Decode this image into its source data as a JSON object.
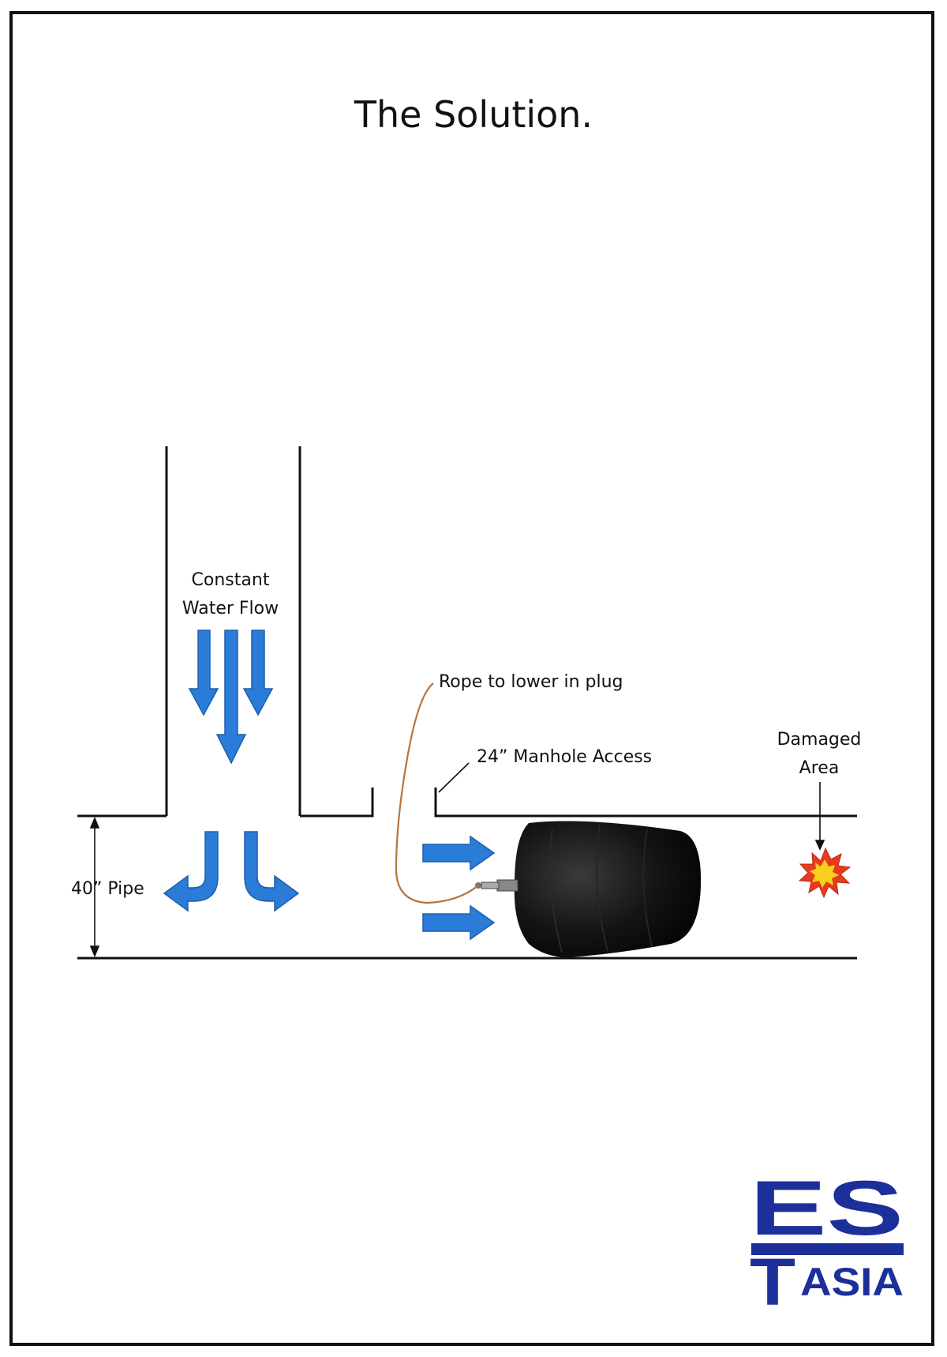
{
  "title": "The Solution.",
  "labels": {
    "flow_line1": "Constant",
    "flow_line2": "Water Flow",
    "rope": "Rope to lower in plug",
    "manhole": "24” Manhole Access",
    "damaged_line1": "Damaged",
    "damaged_line2": "Area",
    "pipe": "40” Pipe"
  },
  "logo": {
    "top": "ES",
    "bottom_letter": "T",
    "bottom_rest": "ASIA"
  },
  "colors": {
    "arrow": "#2b7bd8",
    "arrow_edge": "#1c5fae",
    "logo": "#1d2f9a",
    "rope": "#b8743a",
    "burst_outer": "#e83a1e",
    "burst_inner": "#f7d21c"
  },
  "icons": {
    "flow_arrow": "down-arrow-icon",
    "split_arrow": "curved-arrow-icon",
    "push_arrow": "right-arrow-icon",
    "plug": "pipe-plug-icon",
    "burst": "explosion-icon"
  }
}
